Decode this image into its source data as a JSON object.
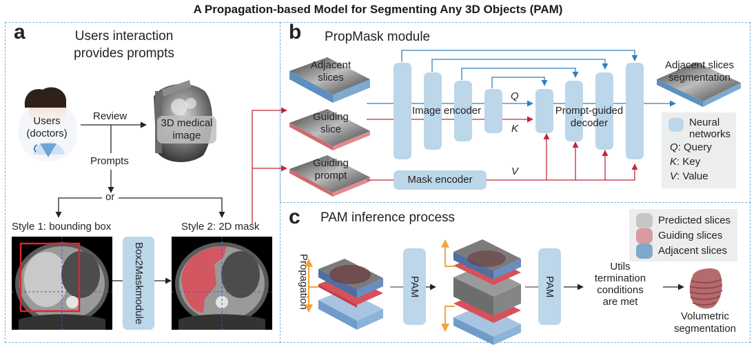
{
  "title": "A Propagation-based Model for Segmenting Any 3D Objects (PAM)",
  "panel_a": {
    "label": "a",
    "heading_line1": "Users interaction",
    "heading_line2": "provides prompts",
    "user_line1": "Users",
    "user_line2": "(doctors)",
    "review_label": "Review",
    "prompts_label": "Prompts",
    "or_label": "or",
    "image_line1": "3D medical",
    "image_line2": "image",
    "style1_label": "Style 1: bounding box",
    "style2_label": "Style 2: 2D mask",
    "box2mask_line1": "Box2Mask",
    "box2mask_line2": "module"
  },
  "panel_b": {
    "label": "b",
    "heading": "PropMask module",
    "adjacent_line1": "Adjacent",
    "adjacent_line2": "slices",
    "guiding_slice_line1": "Guiding",
    "guiding_slice_line2": "slice",
    "guiding_prompt_line1": "Guiding",
    "guiding_prompt_line2": "prompt",
    "image_encoder": "Image encoder",
    "mask_encoder": "Mask encoder",
    "decoder_line1": "Prompt-guided",
    "decoder_line2": "decoder",
    "q_label": "Q",
    "k_label": "K",
    "v_label": "V",
    "output_line1": "Adjacent slices",
    "output_line2": "segmentation",
    "legend": {
      "nn_line1": "Neural",
      "nn_line2": "networks",
      "items": [
        {
          "symbol": "Q",
          "text": ": Query"
        },
        {
          "symbol": "K",
          "text": ": Key"
        },
        {
          "symbol": "V",
          "text": ": Value"
        }
      ]
    }
  },
  "panel_c": {
    "label": "c",
    "heading": "PAM inference process",
    "propagation_label": "Propagation",
    "pam_label": "PAM",
    "termination_lines": [
      "Utils",
      "termination",
      "conditions",
      "are met"
    ],
    "output_line1": "Volumetric",
    "output_line2": "segmentation",
    "legend": [
      {
        "label": "Predicted slices",
        "color": "#c4c6c8"
      },
      {
        "label": "Guiding slices",
        "color": "#d99aa2"
      },
      {
        "label": "Adjacent slices",
        "color": "#7fa9cb"
      }
    ]
  },
  "colors": {
    "panel_border": "#6fb0d8",
    "nn_block": "#bcd6ea",
    "blue_arrow": "#2f7fc1",
    "red_arrow": "#c4263a",
    "orange_arrow": "#f2a33a",
    "mask_red": "#d8505a",
    "bbox_red": "#e0242a"
  }
}
